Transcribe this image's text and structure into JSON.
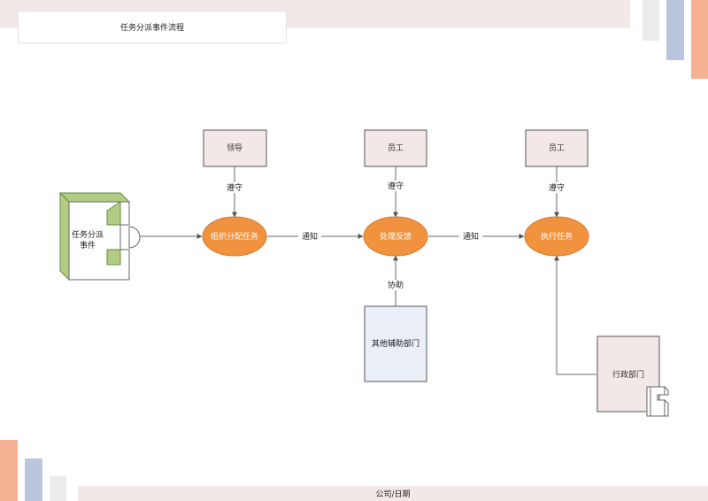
{
  "page": {
    "title": "任务分派事件流程",
    "footer": "公司/日期"
  },
  "nodes": {
    "leader": "领导",
    "staff_1": "员工",
    "staff_2": "员工",
    "event": "任务分派\n事件",
    "organize": "组织分配任务",
    "process": "处理反馈",
    "execute": "执行任务",
    "support_dept": "其他辅助部门",
    "admin_dept": "行政部门"
  },
  "edges": {
    "obey_1": "遵守",
    "obey_2": "遵守",
    "obey_3": "遵守",
    "notify_1": "通知",
    "notify_2": "通知",
    "assist": "协助"
  },
  "colors": {
    "accent_orange": "#f0923e",
    "person_fill": "#f3e8e8",
    "dept_fill": "#eaeef6",
    "admin_fill": "#f3e8e8",
    "event_green": "#b3cc84",
    "deco_pink": "#f6b192",
    "deco_blue": "#b9c6de",
    "deco_gray": "#ececec"
  }
}
